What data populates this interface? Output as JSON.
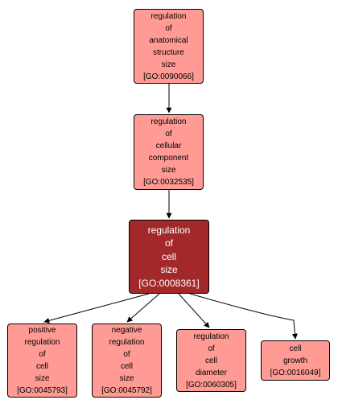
{
  "colors": {
    "node_fill": "#ff9b94",
    "focus_fill": "#a3282a",
    "border": "#000000",
    "edge": "#000000"
  },
  "nodes": [
    {
      "id": "n1",
      "lines": [
        "regulation",
        "of",
        "anatomical",
        "structure",
        "size",
        "[GO:0090066]"
      ]
    },
    {
      "id": "n2",
      "lines": [
        "regulation",
        "of",
        "cellular",
        "component",
        "size",
        "[GO:0032535]"
      ]
    },
    {
      "id": "n3",
      "lines": [
        "regulation",
        "of",
        "cell",
        "size",
        "[GO:0008361]"
      ]
    },
    {
      "id": "n4",
      "lines": [
        "positive",
        "regulation",
        "of",
        "cell",
        "size",
        "[GO:0045793]"
      ]
    },
    {
      "id": "n5",
      "lines": [
        "negative",
        "regulation",
        "of",
        "cell",
        "size",
        "[GO:0045792]"
      ]
    },
    {
      "id": "n6",
      "lines": [
        "regulation",
        "of",
        "cell",
        "diameter",
        "[GO:0060305]"
      ]
    },
    {
      "id": "n7",
      "lines": [
        "cell",
        "growth",
        "[GO:0016049]"
      ]
    }
  ]
}
